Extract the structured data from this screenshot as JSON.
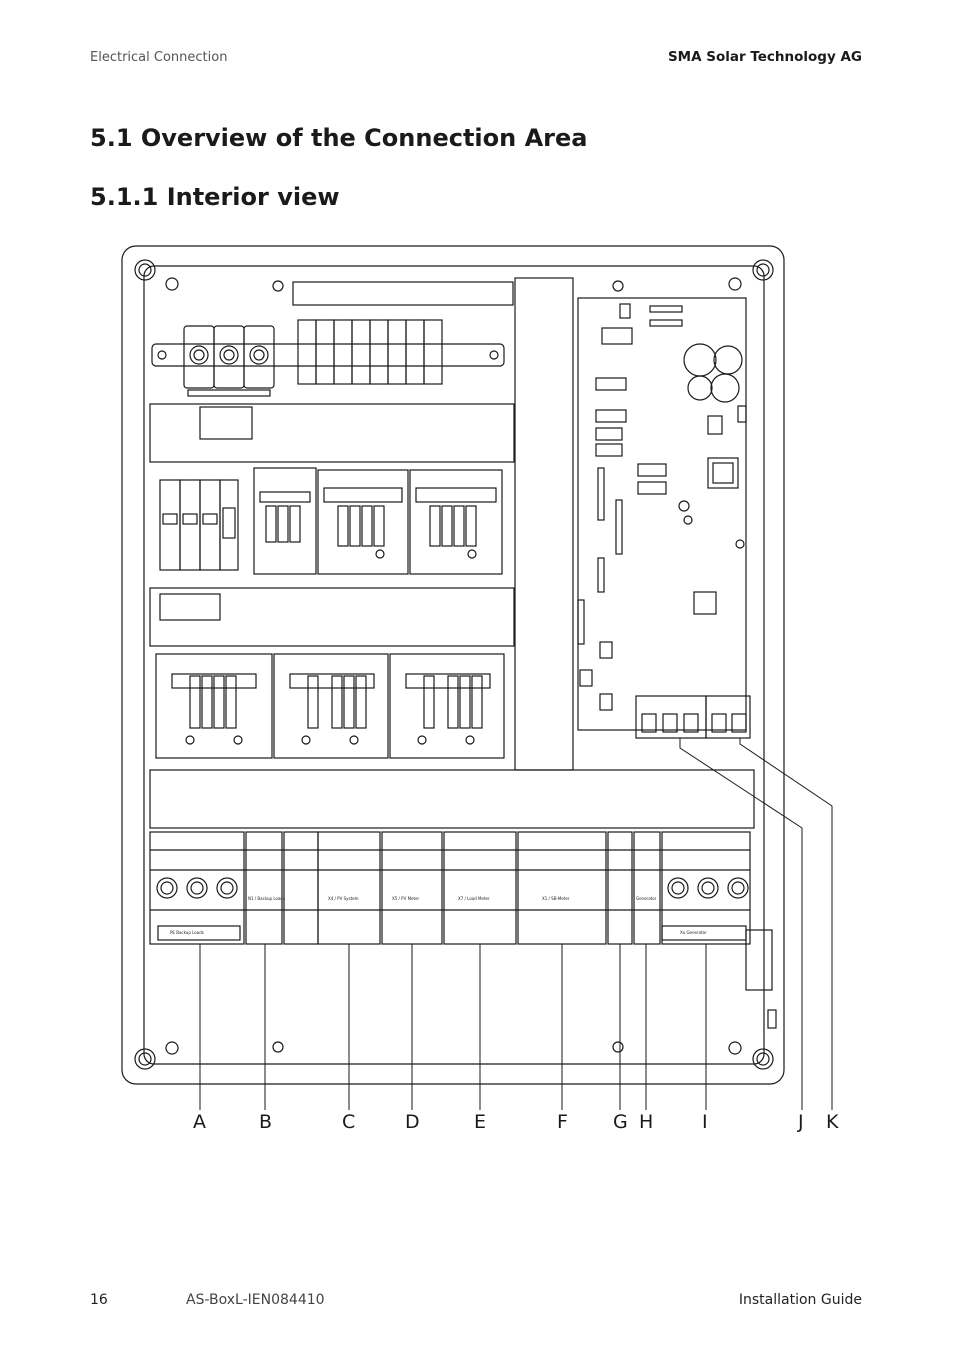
{
  "header": {
    "section": "Electrical Connection",
    "company": "SMA Solar Technology AG"
  },
  "headings": {
    "h1": "5.1 Overview of the Connection Area",
    "h2": "5.1.1 Interior view"
  },
  "callouts": [
    "A",
    "B",
    "C",
    "D",
    "E",
    "F",
    "G",
    "H",
    "I",
    "J",
    "K"
  ],
  "terminal_labels": {
    "a": "PE Backup Loads",
    "b": "N1 / Backup Loads",
    "c": "X4 / PV System",
    "d": "X5 / PV Meter",
    "e": "X7 / Load Meter",
    "f": "X1 / SB-Meter",
    "h": "Generator",
    "i": "Xo Generator"
  },
  "footer": {
    "page": "16",
    "doc_id": "AS-BoxL-IEN084410",
    "doc_title": "Installation Guide"
  }
}
